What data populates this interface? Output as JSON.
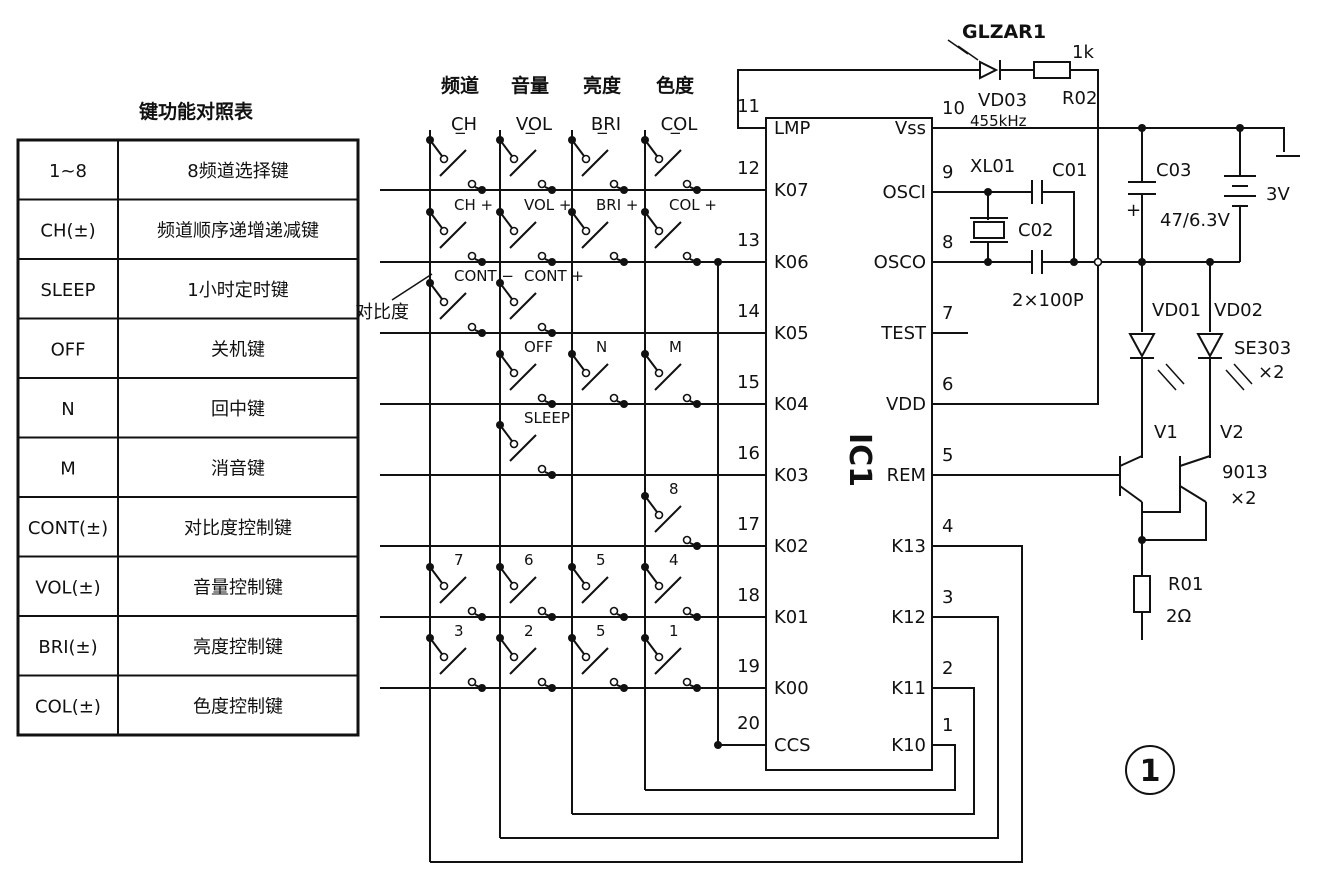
{
  "table": {
    "title": "键功能对照表",
    "rows": [
      {
        "key": "1~8",
        "desc": "8频道选择键"
      },
      {
        "key": "CH(±)",
        "desc": "频道顺序递增递减键"
      },
      {
        "key": "SLEEP",
        "desc": "1小时定时键"
      },
      {
        "key": "OFF",
        "desc": "关机键"
      },
      {
        "key": "N",
        "desc": "回中键"
      },
      {
        "key": "M",
        "desc": "消音键"
      },
      {
        "key": "CONT(±)",
        "desc": "对比度控制键"
      },
      {
        "key": "VOL(±)",
        "desc": "音量控制键"
      },
      {
        "key": "BRI(±)",
        "desc": "亮度控制键"
      },
      {
        "key": "COL(±)",
        "desc": "色度控制键"
      }
    ]
  },
  "matrix": {
    "col_headers_cn": [
      "频道",
      "音量",
      "亮度",
      "色度"
    ],
    "col_headers": [
      "CH",
      "VOL",
      "BRI",
      "COL"
    ],
    "contrast_label": "对比度",
    "switches": [
      {
        "label": "−",
        "col": 0,
        "row": 0
      },
      {
        "label": "−",
        "col": 1,
        "row": 0
      },
      {
        "label": "−",
        "col": 2,
        "row": 0
      },
      {
        "label": "−",
        "col": 3,
        "row": 0
      },
      {
        "label": "CH +",
        "col": 0,
        "row": 1
      },
      {
        "label": "VOL +",
        "col": 1,
        "row": 1
      },
      {
        "label": "BRI +",
        "col": 2,
        "row": 1
      },
      {
        "label": "COL +",
        "col": 3,
        "row": 1
      },
      {
        "label": "CONT −",
        "col": 0,
        "row": 2
      },
      {
        "label": "CONT +",
        "col": 1,
        "row": 2
      },
      {
        "label": "OFF",
        "col": 1,
        "row": 3
      },
      {
        "label": "N",
        "col": 2,
        "row": 3
      },
      {
        "label": "M",
        "col": 3,
        "row": 3
      },
      {
        "label": "SLEEP",
        "col": 1,
        "row": 4
      },
      {
        "label": "8",
        "col": 3,
        "row": 5
      },
      {
        "label": "7",
        "col": 0,
        "row": 6
      },
      {
        "label": "6",
        "col": 1,
        "row": 6
      },
      {
        "label": "5",
        "col": 2,
        "row": 6
      },
      {
        "label": "4",
        "col": 3,
        "row": 6
      },
      {
        "label": "3",
        "col": 0,
        "row": 7
      },
      {
        "label": "2",
        "col": 1,
        "row": 7
      },
      {
        "label": "5",
        "col": 2,
        "row": 7
      },
      {
        "label": "1",
        "col": 3,
        "row": 7
      }
    ]
  },
  "ic": {
    "name": "IC1",
    "left_pins": [
      {
        "num": "11",
        "name": "LMP"
      },
      {
        "num": "12",
        "name": "K07"
      },
      {
        "num": "13",
        "name": "K06"
      },
      {
        "num": "14",
        "name": "K05"
      },
      {
        "num": "15",
        "name": "K04"
      },
      {
        "num": "16",
        "name": "K03"
      },
      {
        "num": "17",
        "name": "K02"
      },
      {
        "num": "18",
        "name": "K01"
      },
      {
        "num": "19",
        "name": "K00"
      },
      {
        "num": "20",
        "name": "CCS"
      }
    ],
    "right_pins": [
      {
        "num": "10",
        "name": "Vss"
      },
      {
        "num": "9",
        "name": "OSCI"
      },
      {
        "num": "8",
        "name": "OSCO"
      },
      {
        "num": "7",
        "name": "TEST"
      },
      {
        "num": "6",
        "name": "VDD"
      },
      {
        "num": "5",
        "name": "REM"
      },
      {
        "num": "4",
        "name": "K13"
      },
      {
        "num": "3",
        "name": "K12"
      },
      {
        "num": "2",
        "name": "K11"
      },
      {
        "num": "1",
        "name": "K10"
      }
    ]
  },
  "components": {
    "led_label": "GLZAR1",
    "r02_value": "1k",
    "vd03": "VD03",
    "r02": "R02",
    "freq": "455kHz",
    "xl01": "XL01",
    "c01": "C01",
    "c02": "C02",
    "caps": "2×100P",
    "c03": "C03",
    "c03_value": "47/6.3V",
    "plus": "+",
    "battery": "3V",
    "vd01": "VD01",
    "vd02": "VD02",
    "led_type": "SE303",
    "led_qty": "×2",
    "v1": "V1",
    "v2": "V2",
    "transistor": "9013",
    "transistor_qty": "×2",
    "r01": "R01",
    "r01_value": "2Ω",
    "figure_no": "1"
  }
}
